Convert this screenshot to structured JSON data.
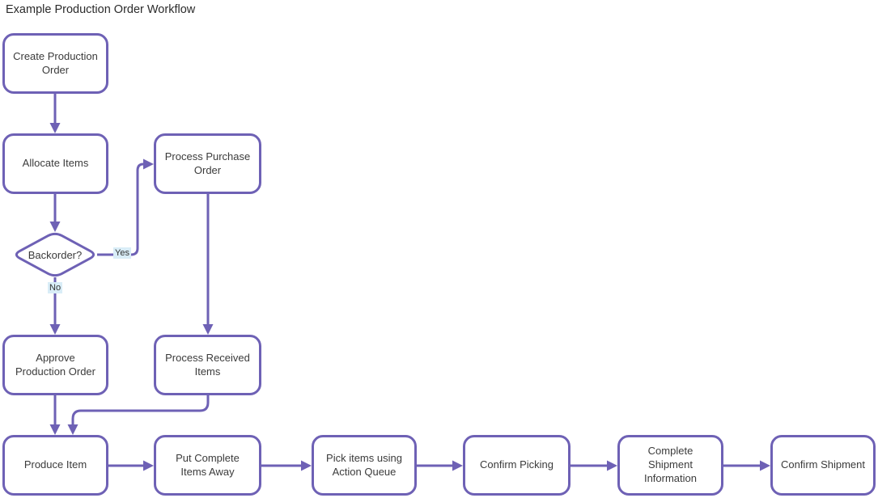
{
  "title": "Example Production Order Workflow",
  "colors": {
    "line": "#6e61b5",
    "node_border": "#6e61b5",
    "node_text": "#3b3b3b",
    "edge_label_bg": "#d9edf7",
    "edge_label_text": "#333333"
  },
  "nodes": [
    {
      "id": "create-production-order",
      "type": "process",
      "label": "Create Production Order"
    },
    {
      "id": "allocate-items",
      "type": "process",
      "label": "Allocate Items"
    },
    {
      "id": "process-purchase-order",
      "type": "process",
      "label": "Process Purchase Order"
    },
    {
      "id": "backorder-decision",
      "type": "decision",
      "label": "Backorder?"
    },
    {
      "id": "approve-production-order",
      "type": "process",
      "label": "Approve Production Order"
    },
    {
      "id": "process-received-items",
      "type": "process",
      "label": "Process Received Items"
    },
    {
      "id": "produce-item",
      "type": "process",
      "label": "Produce Item"
    },
    {
      "id": "put-complete-items-away",
      "type": "process",
      "label": "Put Complete Items Away"
    },
    {
      "id": "pick-items-using-action-queue",
      "type": "process",
      "label": "Pick items using Action Queue"
    },
    {
      "id": "confirm-picking",
      "type": "process",
      "label": "Confirm Picking"
    },
    {
      "id": "complete-shipment-information",
      "type": "process",
      "label": "Complete Shipment Information"
    },
    {
      "id": "confirm-shipment",
      "type": "process",
      "label": "Confirm Shipment"
    }
  ],
  "edge_labels": {
    "yes": "Yes",
    "no": "No"
  },
  "edges": [
    {
      "from": "create-production-order",
      "to": "allocate-items",
      "label": ""
    },
    {
      "from": "allocate-items",
      "to": "backorder-decision",
      "label": ""
    },
    {
      "from": "backorder-decision",
      "to": "process-purchase-order",
      "label": "Yes"
    },
    {
      "from": "backorder-decision",
      "to": "approve-production-order",
      "label": "No"
    },
    {
      "from": "process-purchase-order",
      "to": "process-received-items",
      "label": ""
    },
    {
      "from": "approve-production-order",
      "to": "produce-item",
      "label": ""
    },
    {
      "from": "process-received-items",
      "to": "produce-item",
      "label": ""
    },
    {
      "from": "produce-item",
      "to": "put-complete-items-away",
      "label": ""
    },
    {
      "from": "put-complete-items-away",
      "to": "pick-items-using-action-queue",
      "label": ""
    },
    {
      "from": "pick-items-using-action-queue",
      "to": "confirm-picking",
      "label": ""
    },
    {
      "from": "confirm-picking",
      "to": "complete-shipment-information",
      "label": ""
    },
    {
      "from": "complete-shipment-information",
      "to": "confirm-shipment",
      "label": ""
    }
  ]
}
